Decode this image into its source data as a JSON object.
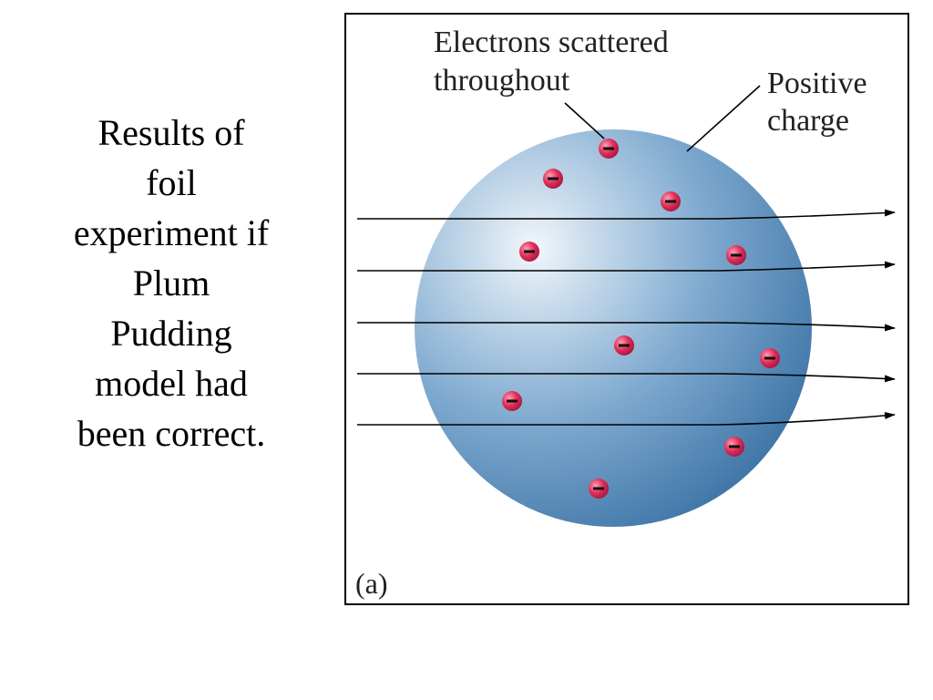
{
  "caption": {
    "lines": [
      "Results of",
      "foil",
      "experiment if",
      "Plum",
      "Pudding",
      "model had",
      "been correct."
    ]
  },
  "figure": {
    "label_electrons": [
      "Electrons scattered",
      "throughout"
    ],
    "label_positive": [
      "Positive",
      "charge"
    ],
    "panel_label": "(a)",
    "electron_symbol": "−",
    "colors": {
      "sphere_light": "#eef4fa",
      "sphere_mid": "#7aa6cc",
      "sphere_dark": "#3f78ab",
      "electron": "#e0305a",
      "line": "#000000"
    }
  }
}
